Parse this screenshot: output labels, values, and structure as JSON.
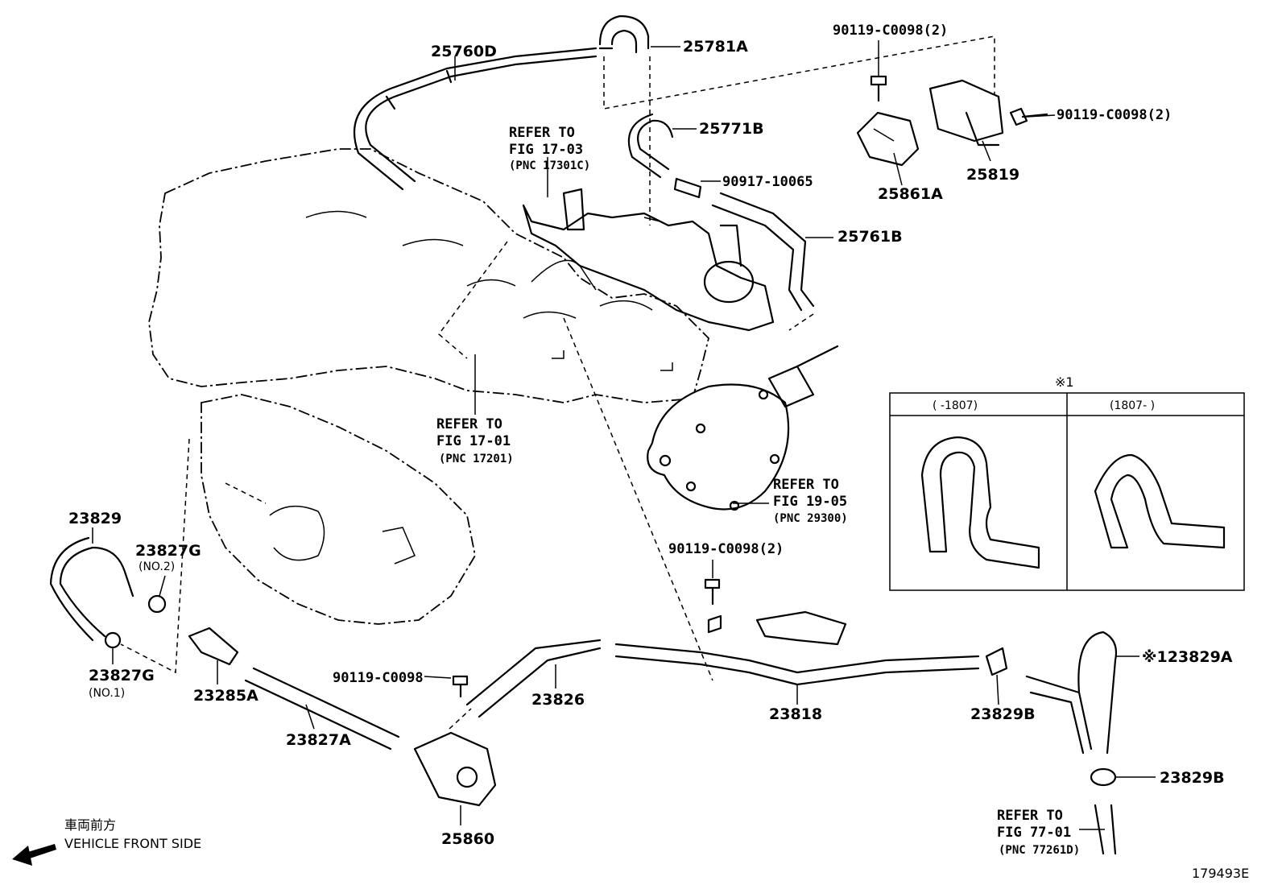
{
  "labels": {
    "p25760D": "25760D",
    "p25781A": "25781A",
    "p25771B": "25771B",
    "p90917": "90917-10065",
    "p25761B": "25761B",
    "p90119_top": "90119-C0098(2)",
    "p90119_right": "90119-C0098(2)",
    "p25861A": "25861A",
    "p25819": "25819",
    "p23829": "23829",
    "p23827G_2": "23827G",
    "p23827G_2_sub": "(NO.2)",
    "p23827G_1": "23827G",
    "p23827G_1_sub": "(NO.1)",
    "p23285A": "23285A",
    "p23827A": "23827A",
    "p90119_single": "90119-C0098",
    "p25860": "25860",
    "p23826": "23826",
    "p90119_mid": "90119-C0098(2)",
    "p23818": "23818",
    "p23829B_a": "23829B",
    "p23829A": "※123829A",
    "p23829B_b": "23829B"
  },
  "refs": {
    "fig1703": {
      "l1": "REFER TO",
      "l2": "FIG 17-03",
      "l3": "(PNC 17301C)"
    },
    "fig1701": {
      "l1": "REFER TO",
      "l2": "FIG 17-01",
      "l3": "(PNC 17201)"
    },
    "fig1905": {
      "l1": "REFER TO",
      "l2": "FIG 19-05",
      "l3": "(PNC 29300)"
    },
    "fig7701": {
      "l1": "REFER TO",
      "l2": "FIG 77-01",
      "l3": "(PNC 77261D)"
    }
  },
  "inset": {
    "mark": "※1",
    "col_left": "(      -1807)",
    "col_right": "(1807-      )"
  },
  "direction": {
    "jp": "車両前方",
    "en": "VEHICLE FRONT SIDE"
  },
  "figure_id": "179493E"
}
